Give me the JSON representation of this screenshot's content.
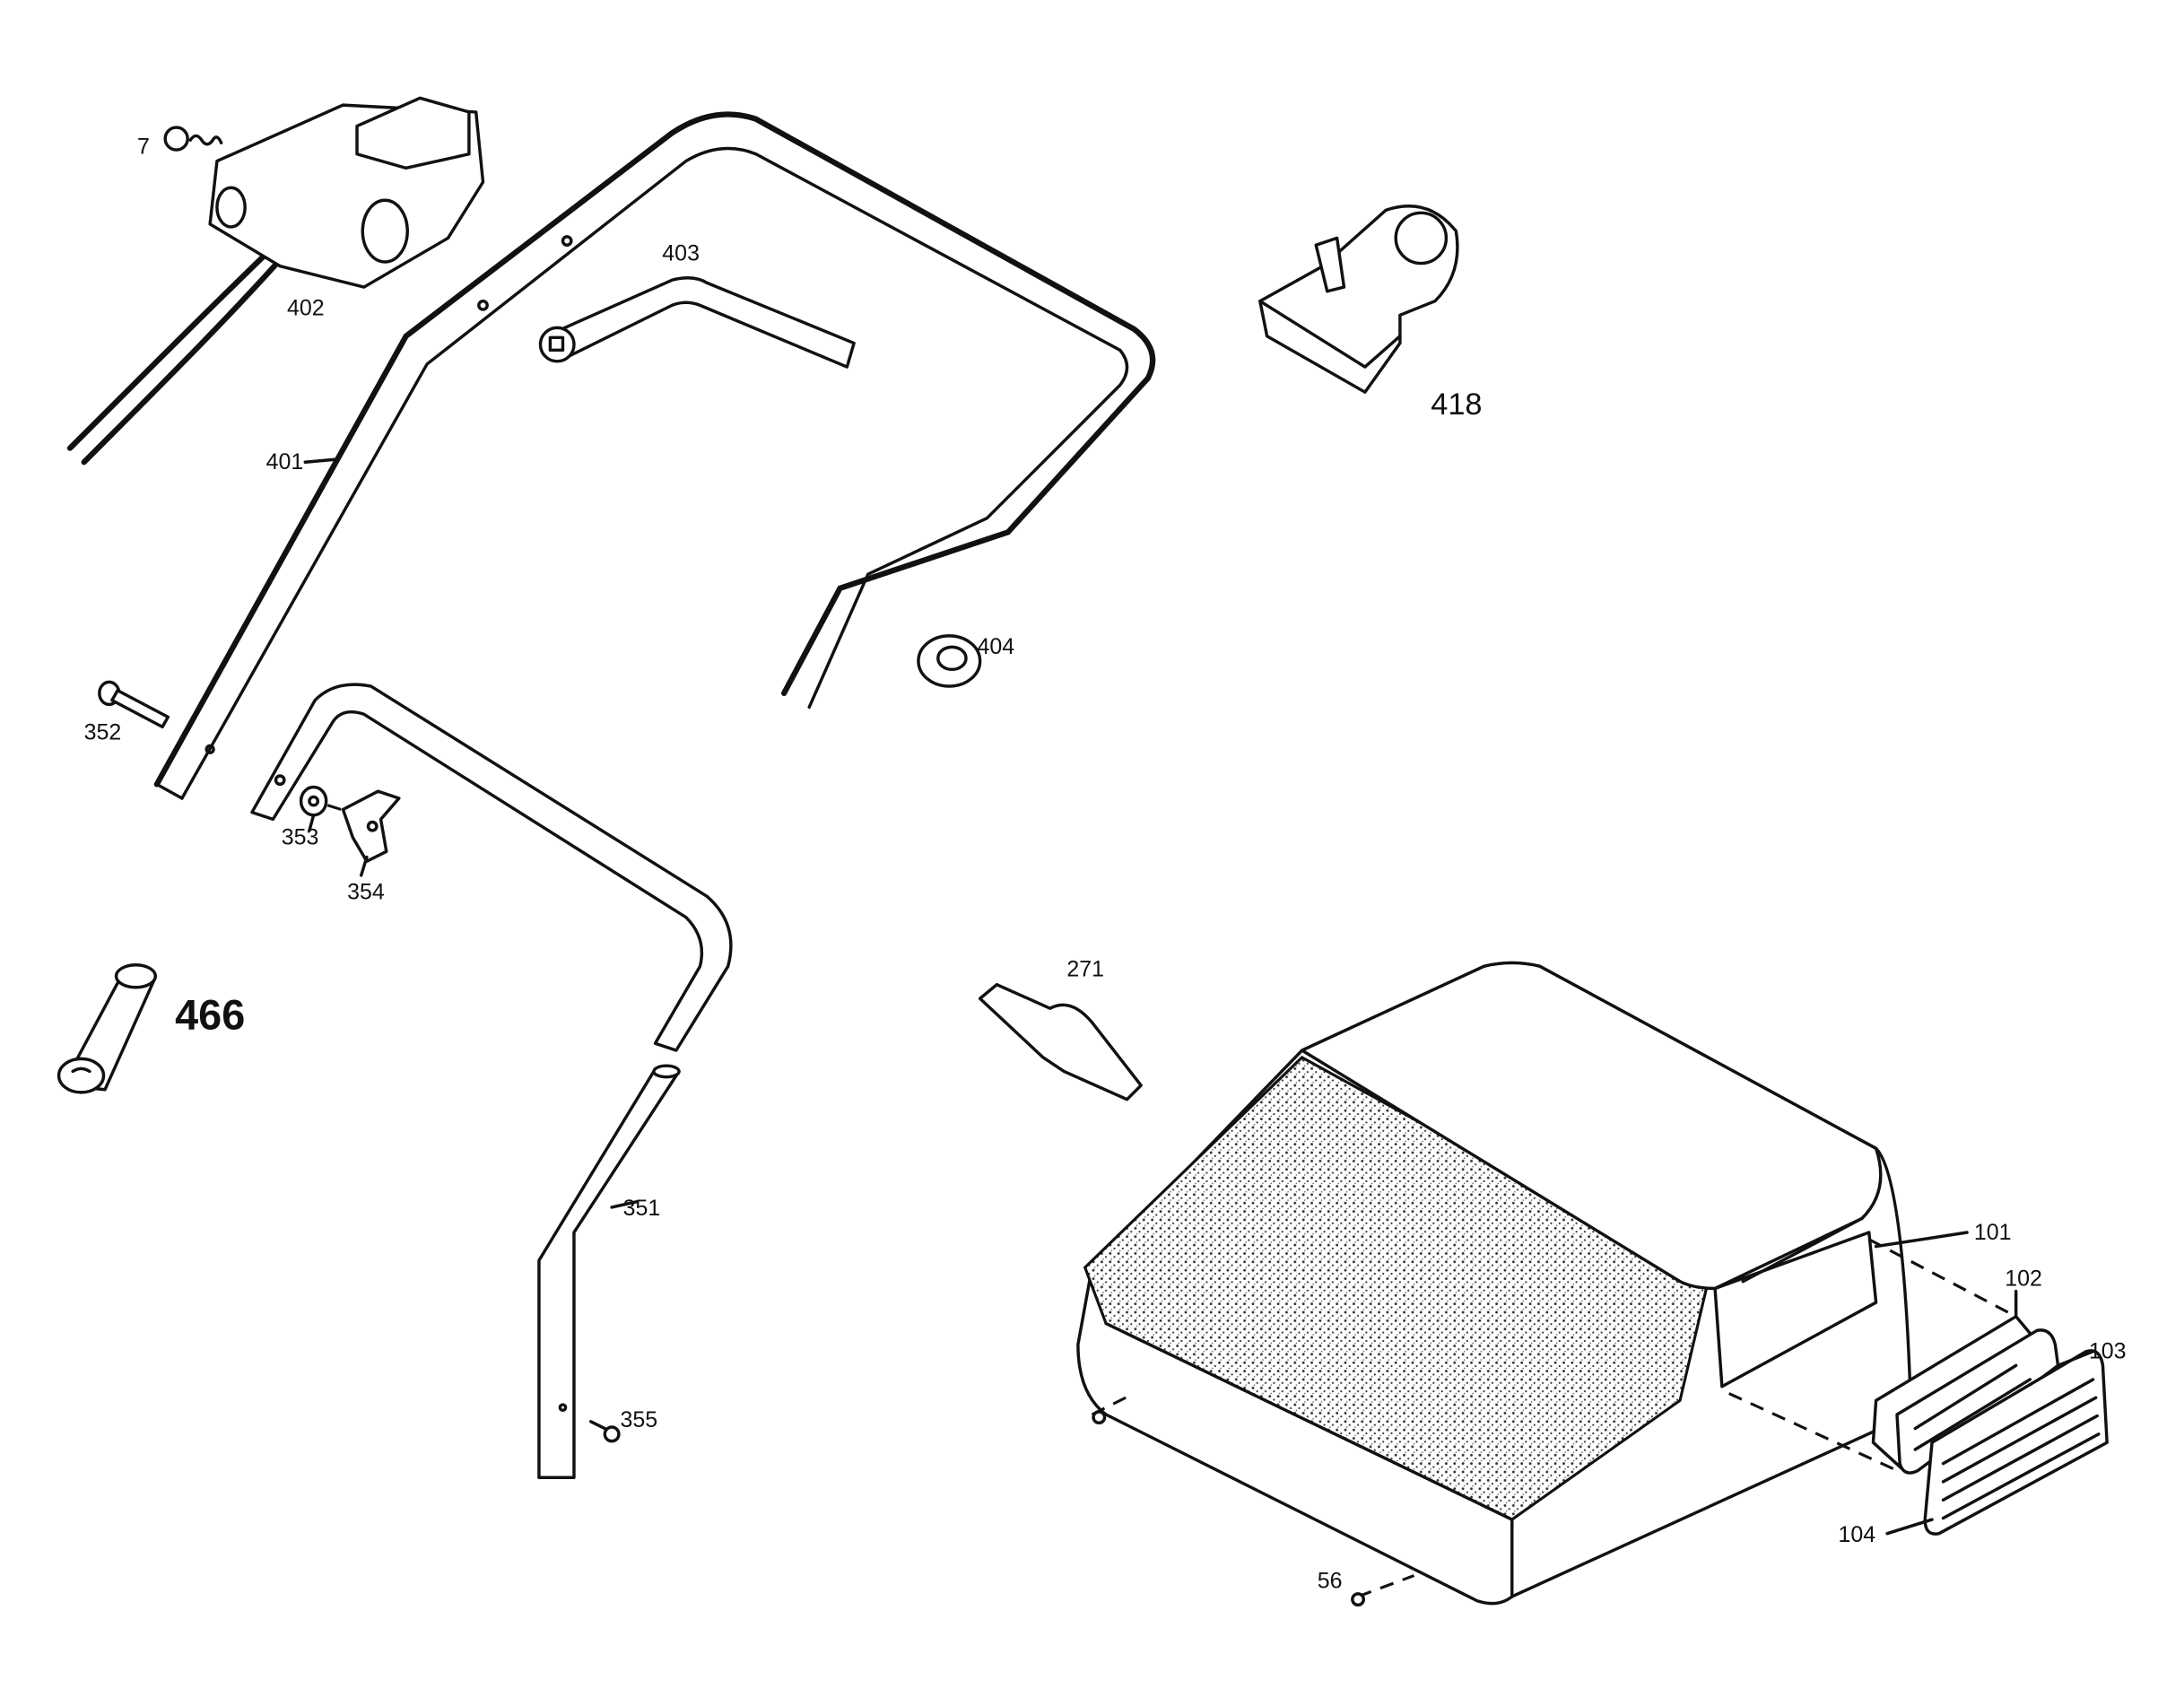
{
  "diagram": {
    "type": "exploded parts diagram",
    "parts": [
      {
        "id": "7",
        "label": "7"
      },
      {
        "id": "402",
        "label": "402"
      },
      {
        "id": "401",
        "label": "401"
      },
      {
        "id": "403",
        "label": "403"
      },
      {
        "id": "418",
        "label": "418"
      },
      {
        "id": "404",
        "label": "404"
      },
      {
        "id": "352",
        "label": "352"
      },
      {
        "id": "353",
        "label": "353"
      },
      {
        "id": "354",
        "label": "354"
      },
      {
        "id": "466",
        "label": "466"
      },
      {
        "id": "271",
        "label": "271"
      },
      {
        "id": "351",
        "label": "351"
      },
      {
        "id": "355",
        "label": "355"
      },
      {
        "id": "101",
        "label": "101"
      },
      {
        "id": "102",
        "label": "102"
      },
      {
        "id": "103",
        "label": "103"
      },
      {
        "id": "104",
        "label": "104"
      },
      {
        "id": "56",
        "label": "56"
      }
    ]
  }
}
